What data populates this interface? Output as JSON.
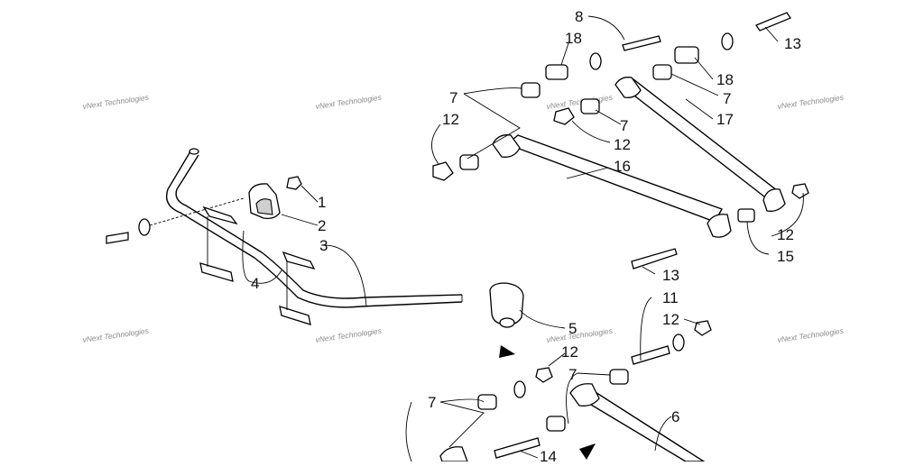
{
  "watermark": "vNext Technologies",
  "callouts": {
    "c1": "1",
    "c2": "2",
    "c3": "3",
    "c4": "4",
    "c5": "5",
    "c6": "6",
    "c7a": "7",
    "c7b": "7",
    "c7c": "7",
    "c7d": "7",
    "c7e": "7",
    "c8": "8",
    "c11": "11",
    "c12a": "12",
    "c12b": "12",
    "c12c": "12",
    "c12d": "12",
    "c12e": "12",
    "c13a": "13",
    "c13b": "13",
    "c14": "14",
    "c15": "15",
    "c16": "16",
    "c17": "17",
    "c18a": "18",
    "c18b": "18"
  },
  "colors": {
    "line": "#000000",
    "background": "#ffffff",
    "watermark": "#8a8a8a",
    "shade": "#cfcfcf"
  }
}
